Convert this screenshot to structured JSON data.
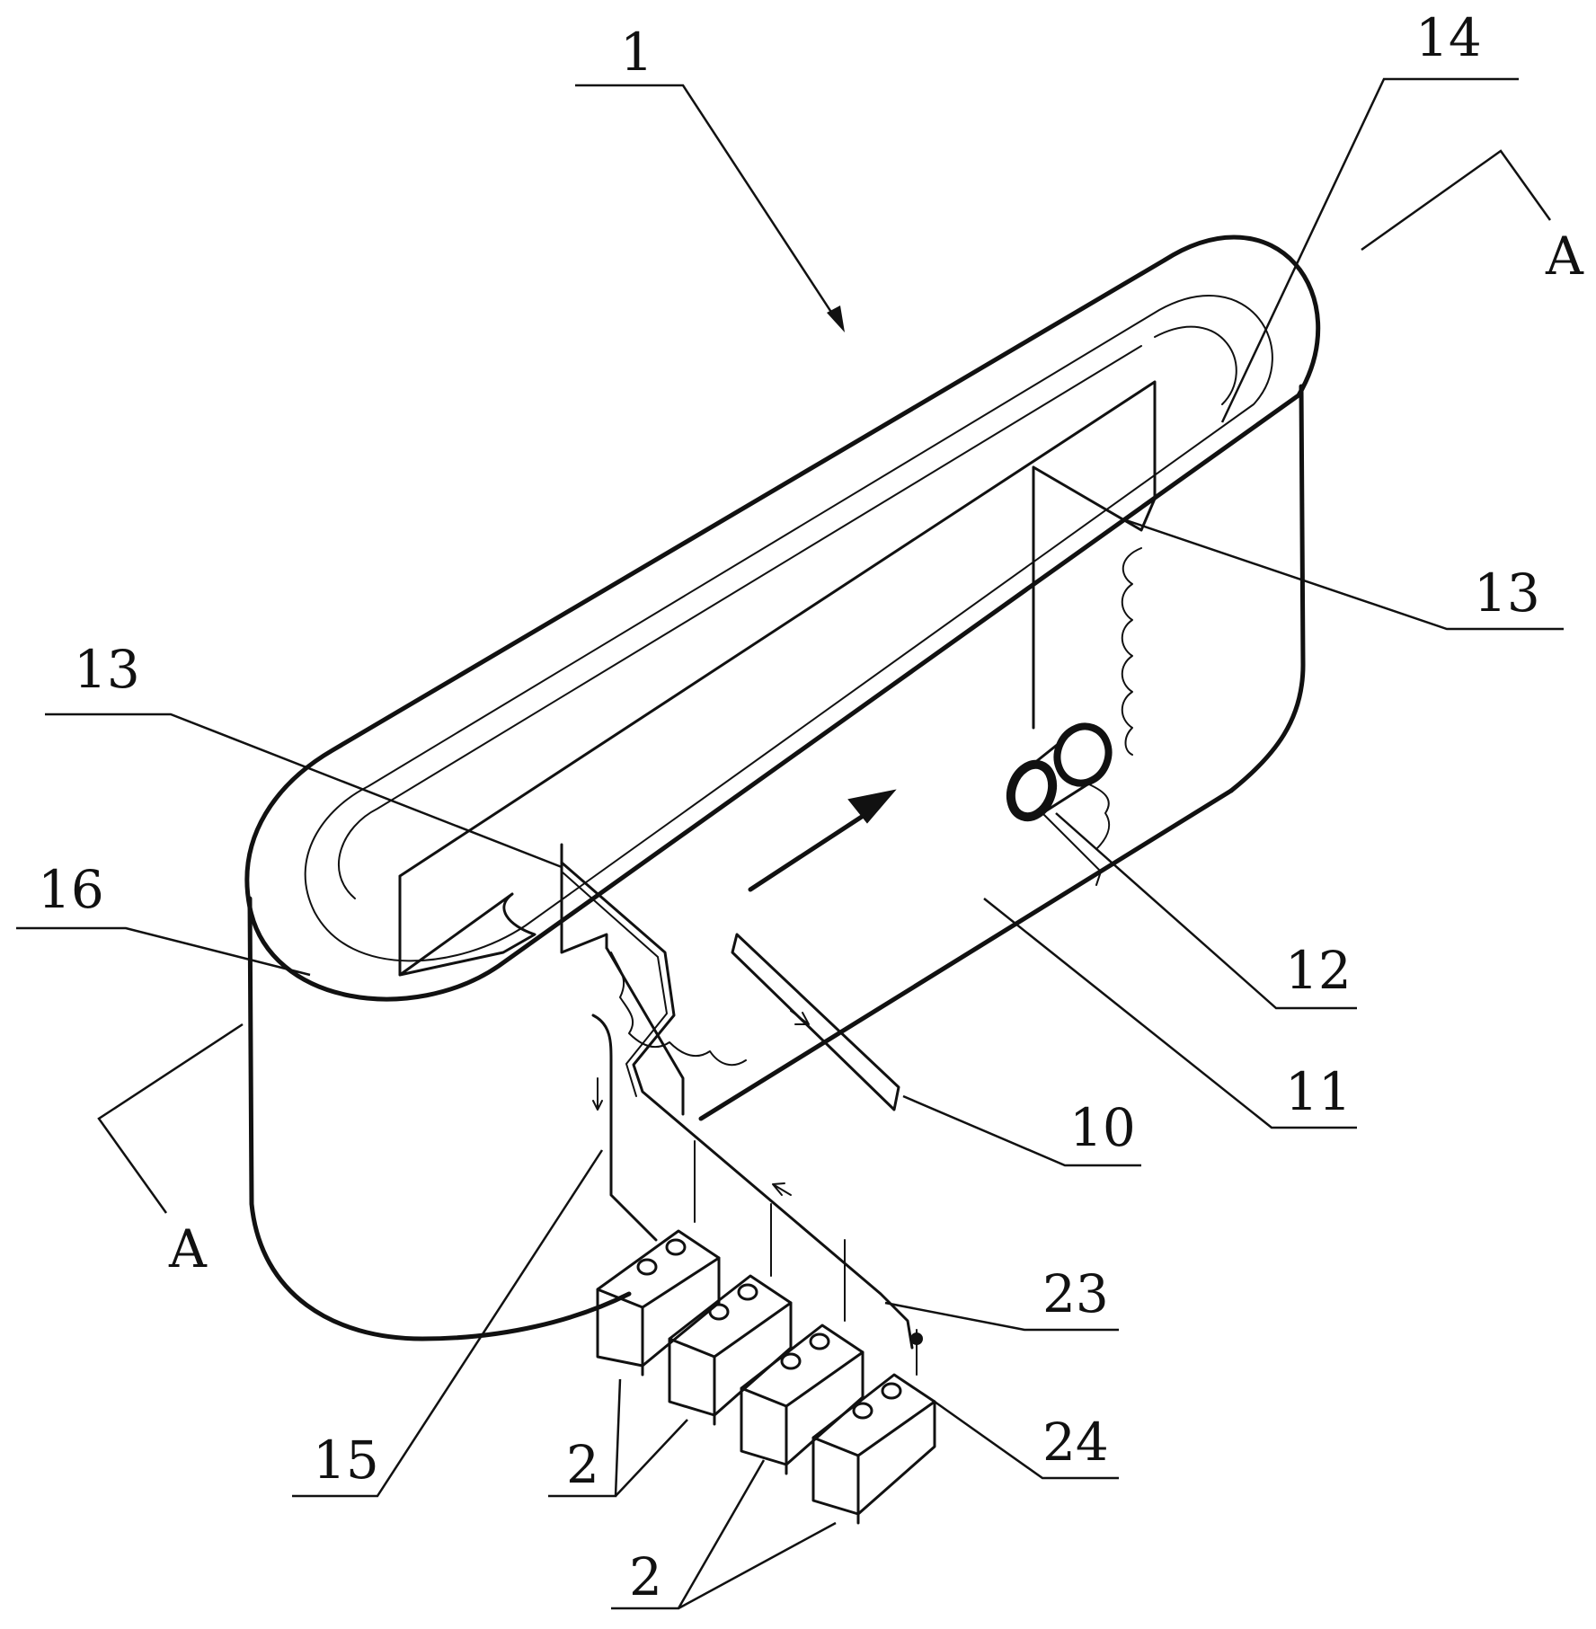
{
  "labels": {
    "l1": "1",
    "l14": "14",
    "lA_top": "A",
    "l13_right": "13",
    "l13_left": "13",
    "l16": "16",
    "lA_left": "A",
    "l12": "12",
    "l11": "11",
    "l10": "10",
    "l23": "23",
    "l24": "24",
    "l15": "15",
    "l2_a": "2",
    "l2_b": "2"
  }
}
